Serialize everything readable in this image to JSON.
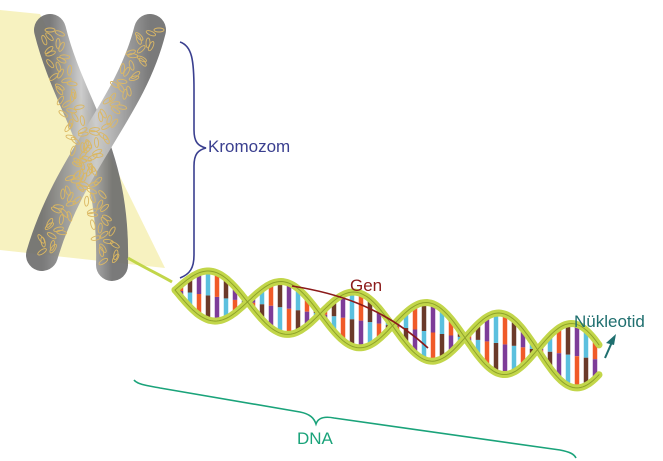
{
  "labels": {
    "chromosome": "Kromozom",
    "gene": "Gen",
    "dna": "DNA",
    "nucleotide": "Nükleotid"
  },
  "colors": {
    "chromosome_label": "#3a3f8f",
    "gene_label": "#8b1a1a",
    "dna_label": "#1aa37a",
    "nucleotide_label": "#1f6f6f",
    "backbone": "#c2d64a",
    "backbone_edge": "#8ea22a",
    "chromosome_body": "#9a9a9a",
    "highlight_wedge": "#f7f2c0"
  },
  "base_colors": [
    "#7d3c98",
    "#5bc0de",
    "#f05a28",
    "#6b3a2a"
  ],
  "icons": {
    "nucleotide_arrow": "arrow-icon"
  }
}
